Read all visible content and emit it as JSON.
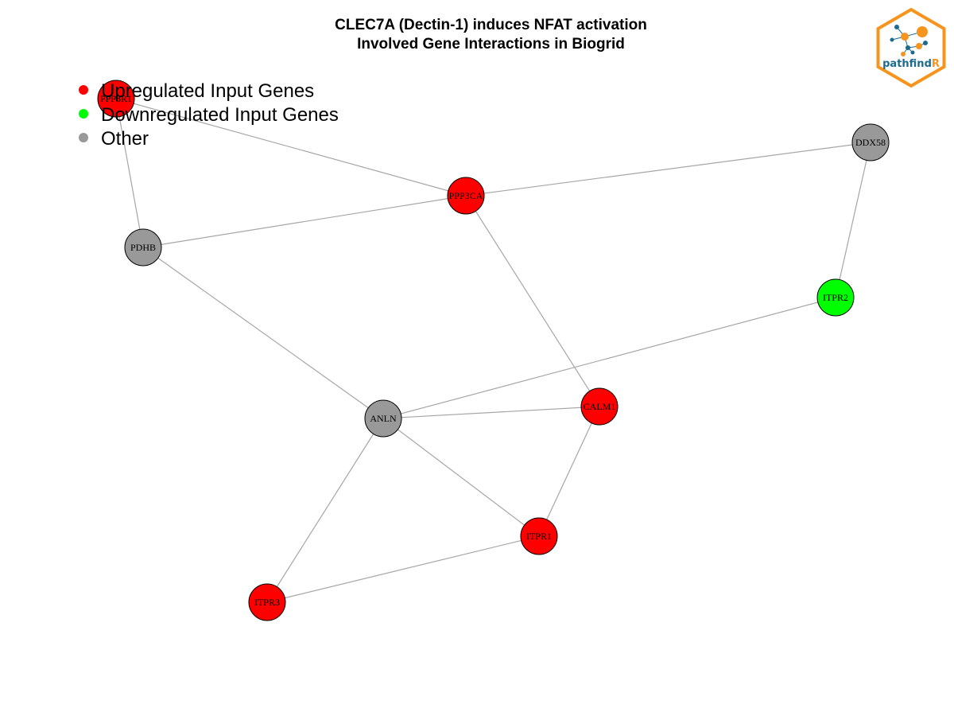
{
  "title": {
    "line1": "CLEC7A (Dectin-1) induces NFAT activation",
    "line2": "Involved Gene Interactions in Biogrid"
  },
  "legend": [
    {
      "label": "Upregulated Input Genes",
      "color": "#ff0000"
    },
    {
      "label": "Downregulated Input Genes",
      "color": "#00ff00"
    },
    {
      "label": "Other",
      "color": "#999999"
    }
  ],
  "colors": {
    "upregulated": "#ff0000",
    "downregulated": "#00ff00",
    "other": "#999999",
    "edge": "#a6a6a6",
    "node_border": "#000000"
  },
  "nodes": [
    {
      "id": "PPP3R1",
      "label": "PPP3R1",
      "status": "upregulated"
    },
    {
      "id": "PPP3CA",
      "label": "PPP3CA",
      "status": "upregulated"
    },
    {
      "id": "DDX58",
      "label": "DDX58",
      "status": "other"
    },
    {
      "id": "PDHB",
      "label": "PDHB",
      "status": "other"
    },
    {
      "id": "ITPR2",
      "label": "ITPR2",
      "status": "downregulated"
    },
    {
      "id": "ANLN",
      "label": "ANLN",
      "status": "other"
    },
    {
      "id": "CALM1",
      "label": "CALM1",
      "status": "upregulated"
    },
    {
      "id": "ITPR1",
      "label": "ITPR1",
      "status": "upregulated"
    },
    {
      "id": "ITPR3",
      "label": "ITPR3",
      "status": "upregulated"
    }
  ],
  "edges": [
    [
      "PPP3R1",
      "PPP3CA"
    ],
    [
      "PPP3R1",
      "PDHB"
    ],
    [
      "PPP3CA",
      "DDX58"
    ],
    [
      "PPP3CA",
      "PDHB"
    ],
    [
      "PPP3CA",
      "CALM1"
    ],
    [
      "DDX58",
      "ITPR2"
    ],
    [
      "PDHB",
      "ANLN"
    ],
    [
      "ITPR2",
      "ANLN"
    ],
    [
      "ANLN",
      "CALM1"
    ],
    [
      "ANLN",
      "ITPR1"
    ],
    [
      "ANLN",
      "ITPR3"
    ],
    [
      "CALM1",
      "ITPR1"
    ],
    [
      "ITPR1",
      "ITPR3"
    ]
  ],
  "logo": {
    "text_main": "pathfind",
    "text_accent": "R",
    "border_color": "#f7941d",
    "accent_color": "#f7941d",
    "text_color": "#1b6b8f"
  }
}
